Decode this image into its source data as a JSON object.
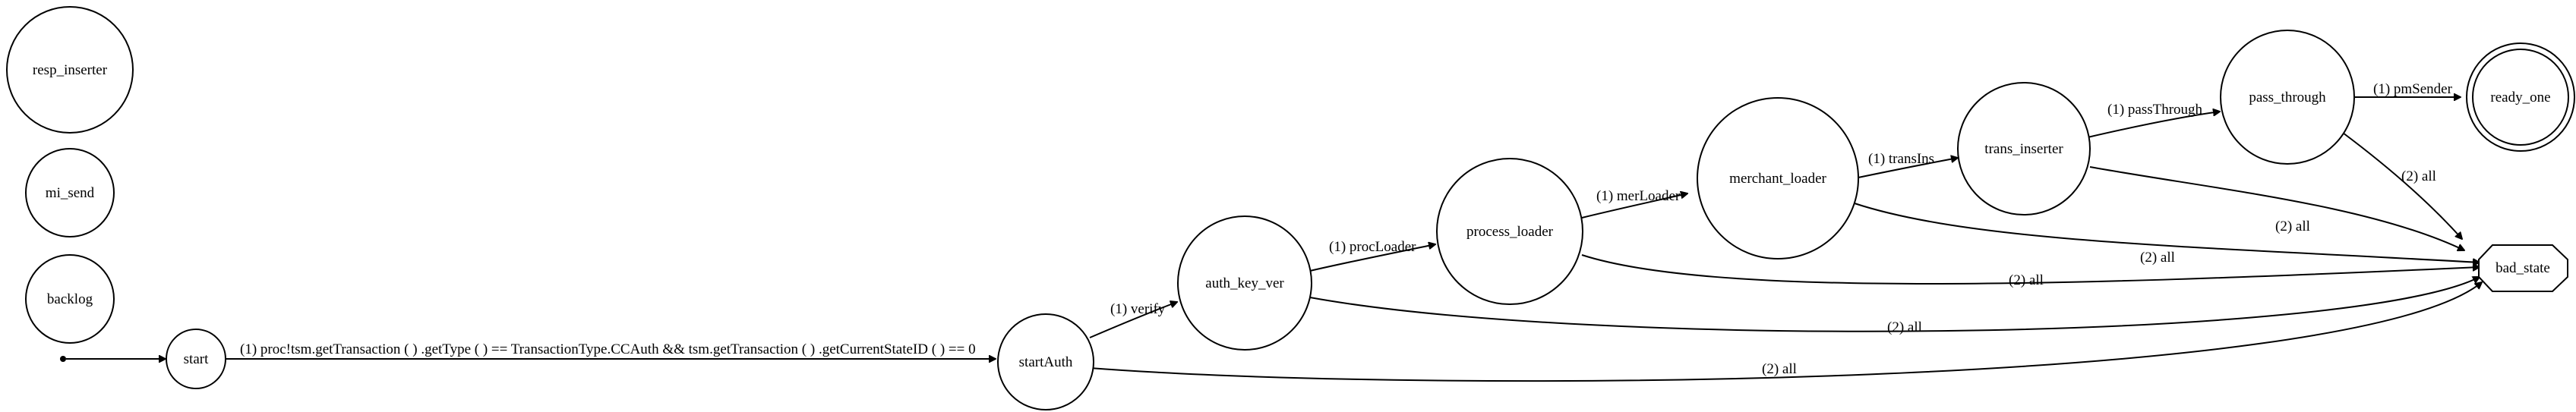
{
  "diagram": {
    "nodes": {
      "resp_inserter": "resp_inserter",
      "mi_send": "mi_send",
      "backlog": "backlog",
      "start": "start",
      "startAuth": "startAuth",
      "auth_key_ver": "auth_key_ver",
      "process_loader": "process_loader",
      "merchant_loader": "merchant_loader",
      "trans_inserter": "trans_inserter",
      "pass_through": "pass_through",
      "ready_one": "ready_one",
      "bad_state": "bad_state"
    },
    "edges": {
      "start_to_startAuth": "(1) proc!tsm.getTransaction ( ) .getType ( ) == TransactionType.CCAuth && tsm.getTransaction ( ) .getCurrentStateID ( ) == 0",
      "startAuth_to_auth_key_ver": "(1) verify",
      "auth_key_ver_to_process_loader": "(1) procLoader",
      "process_loader_to_merchant_loader": "(1) merLoader",
      "merchant_loader_to_trans_inserter": "(1) transIns",
      "trans_inserter_to_pass_through": "(1) passThrough",
      "pass_through_to_ready_one": "(1) pmSender",
      "pass_through_to_bad_state": "(2) all",
      "trans_inserter_to_bad_state": "(2) all",
      "merchant_loader_to_bad_state": "(2) all",
      "process_loader_to_bad_state": "(2) all",
      "auth_key_ver_to_bad_state": "(2) all",
      "startAuth_to_bad_state": "(2) all"
    }
  }
}
